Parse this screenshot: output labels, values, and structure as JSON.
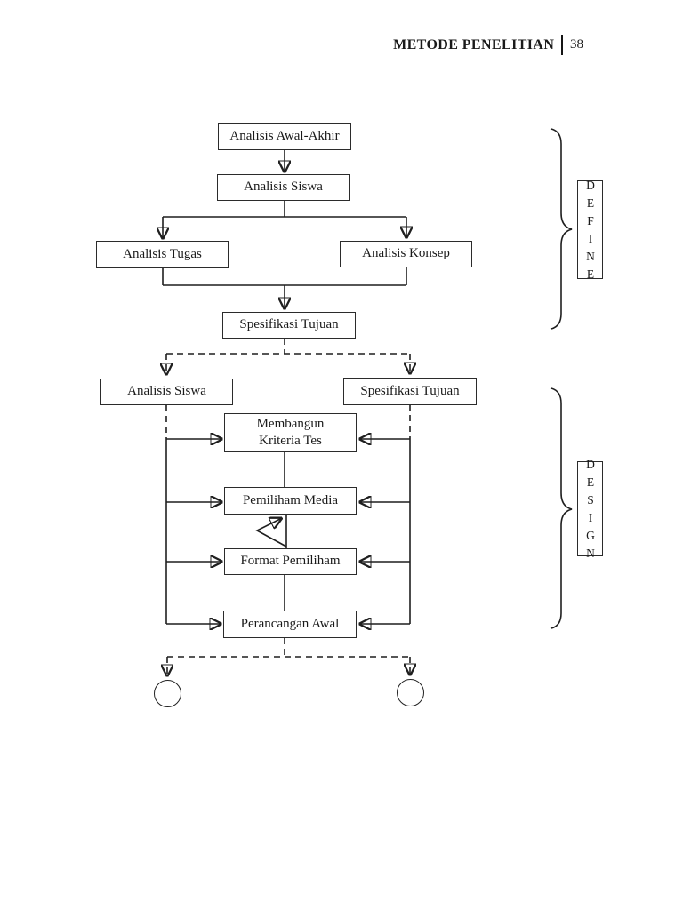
{
  "header": {
    "title": "METODE PENELITIAN",
    "page_number": "38"
  },
  "diagram": {
    "boxes": {
      "analisis_awal_akhir": "Analisis Awal-Akhir",
      "analisis_siswa_top": "Analisis Siswa",
      "analisis_tugas": "Analisis Tugas",
      "analisis_konsep": "Analisis Konsep",
      "spesifikasi_tujuan_top": "Spesifikasi Tujuan",
      "analisis_siswa_mid": "Analisis Siswa",
      "spesifikasi_tujuan_mid": "Spesifikasi Tujuan",
      "membangun_kriteria_tes": "Membangun\nKriteria Tes",
      "pemiliham_media": "Pemiliham Media",
      "format_pemiliham": "Format Pemiliham",
      "perancangan_awal": "Perancangan Awal"
    },
    "phases": {
      "define": "DEFINE",
      "design": "DESIGN"
    }
  },
  "colors": {
    "ink": "#1f1f1f",
    "background": "#ffffff"
  }
}
